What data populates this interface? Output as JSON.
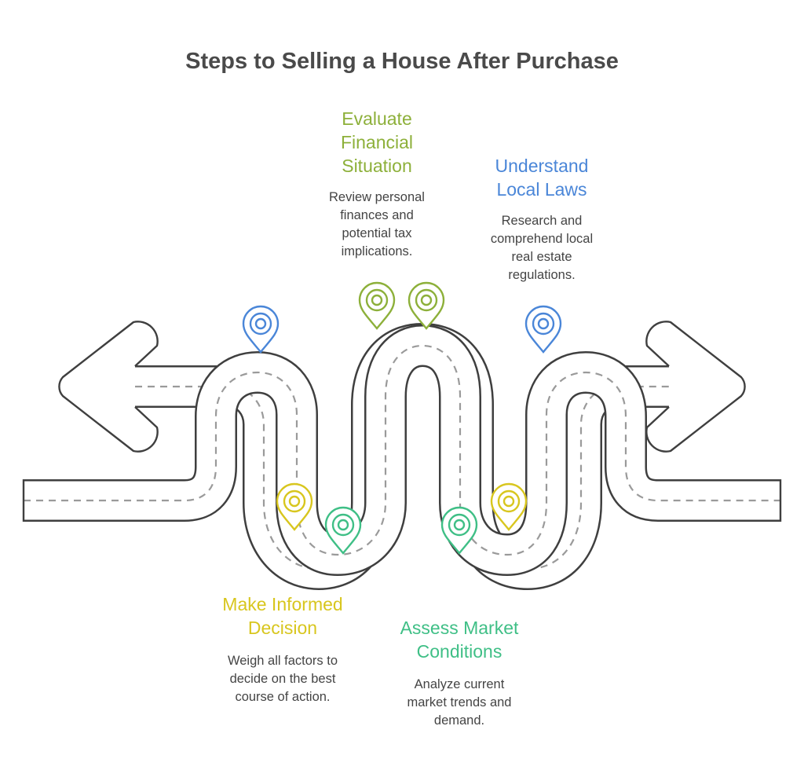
{
  "title": "Steps to Selling a House After Purchase",
  "colors": {
    "road": "#3f3f3f",
    "road_dash": "#9a9a9a",
    "blue": "#4a86d8",
    "olive": "#8db03a",
    "yellow": "#d8c61e",
    "green": "#3fbf86"
  },
  "steps": [
    {
      "heading": "Evaluate\nFinancial\nSituation",
      "description": "Review personal\nfinances and\npotential tax\nimplications.",
      "color": "#8db03a",
      "icon": "map-pin-icon"
    },
    {
      "heading": "Understand\nLocal Laws",
      "description": "Research and\ncomprehend local\nreal estate\nregulations.",
      "color": "#4a86d8",
      "icon": "map-pin-icon"
    },
    {
      "heading": "Make Informed\nDecision",
      "description": "Weigh all factors to\ndecide on the best\ncourse of action.",
      "color": "#d8c61e",
      "icon": "map-pin-icon"
    },
    {
      "heading": "Assess Market\nConditions",
      "description": "Analyze current\nmarket trends and\ndemand.",
      "color": "#3fbf86",
      "icon": "map-pin-icon"
    }
  ]
}
